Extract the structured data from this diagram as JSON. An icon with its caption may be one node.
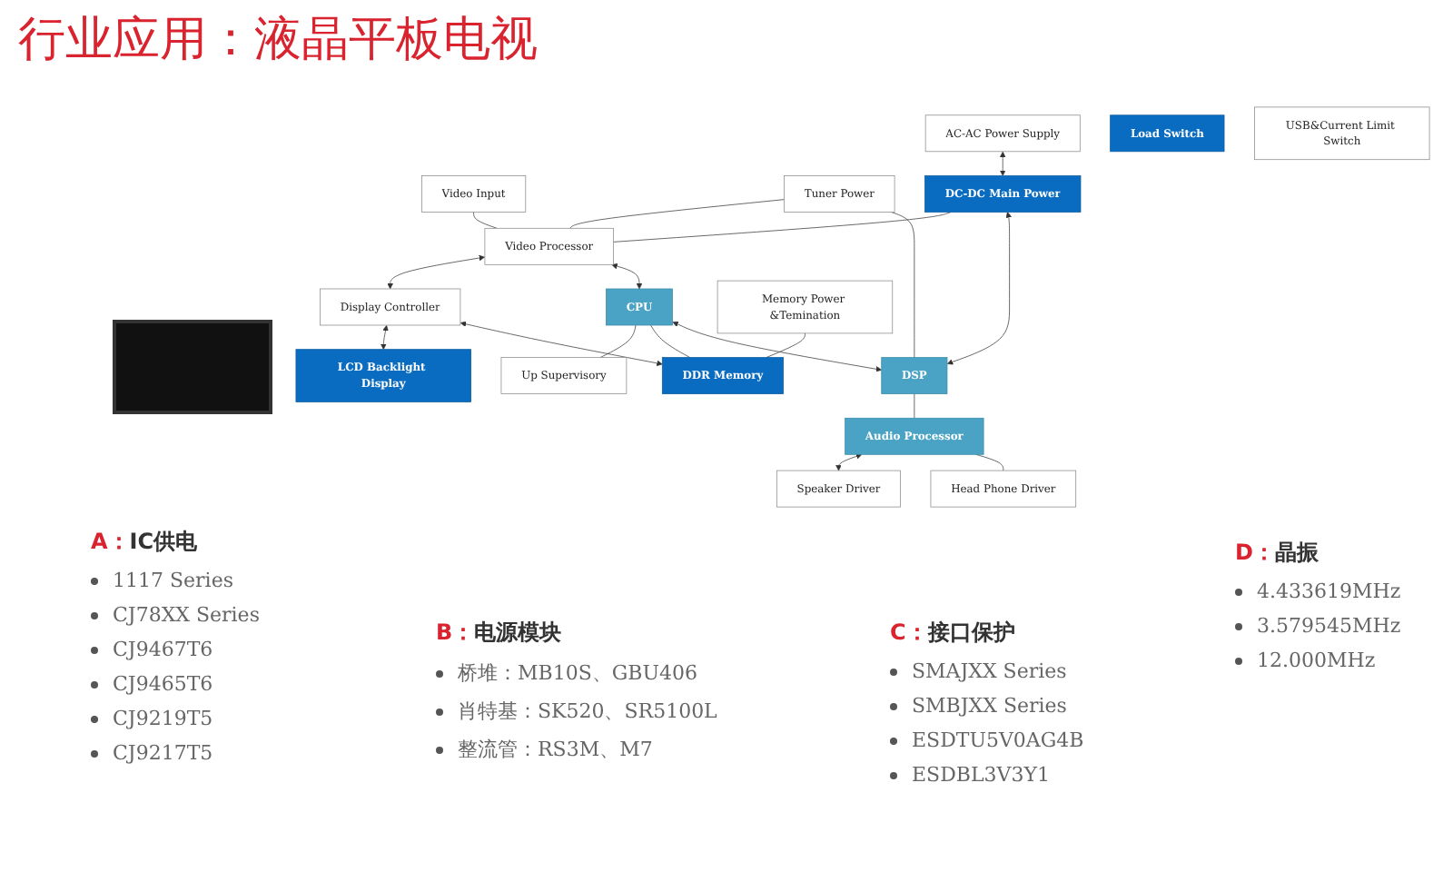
{
  "diagram": {
    "title": "行业应用：液晶平板电视",
    "nodes": [
      {
        "text": [
          "Video Input"
        ]
      },
      {
        "text": [
          "Video Processor"
        ]
      },
      {
        "text": [
          "Tuner Power"
        ]
      },
      {
        "text": [
          "Up Supervisory"
        ]
      },
      {
        "text": [
          "CPU"
        ]
      },
      {
        "text": [
          "DSP"
        ]
      },
      {
        "text": [
          "AC-AC Power Supply"
        ]
      },
      {
        "text": [
          "DC-DC Main Power"
        ]
      },
      {
        "text": [
          "Display Controller"
        ]
      },
      {
        "text": [
          "LCD Backlight Display"
        ]
      },
      {
        "text": [
          "DDR Memory"
        ]
      },
      {
        "text": [
          "Memory Power &Temination"
        ]
      },
      {
        "text": [
          "Audio Processor"
        ]
      },
      {
        "text": [
          "Speaker Driver"
        ]
      },
      {
        "text": [
          "Head Phone Driver"
        ]
      },
      {
        "text": [
          "Load Switch"
        ]
      },
      {
        "text": [
          "USB&Current Limit Switch"
        ]
      }
    ],
    "edges": [
      {
        "from": 0,
        "to": 1,
        "arrow": "none"
      },
      {
        "from": 2,
        "to": 1,
        "arrow": "none"
      },
      {
        "from": 1,
        "to": 8,
        "arrow": "both"
      },
      {
        "from": 1,
        "to": 4,
        "arrow": "both"
      },
      {
        "from": 4,
        "to": 3,
        "arrow": "none"
      },
      {
        "from": 4,
        "to": 10,
        "arrow": "none"
      },
      {
        "from": 4,
        "to": 5,
        "arrow": "both"
      },
      {
        "from": 2,
        "to": 5,
        "arrow": "none"
      },
      {
        "from": 5,
        "to": 12,
        "arrow": "none"
      },
      {
        "from": 5,
        "to": 7,
        "arrow": "both"
      },
      {
        "from": 6,
        "to": 7,
        "arrow": "both"
      },
      {
        "from": 7,
        "to": 1,
        "arrow": "none"
      },
      {
        "from": 8,
        "to": 9,
        "arrow": "both"
      },
      {
        "from": 8,
        "to": 10,
        "arrow": "both"
      },
      {
        "from": 11,
        "to": 10,
        "arrow": "none"
      },
      {
        "from": 12,
        "to": 13,
        "arrow": "both"
      },
      {
        "from": 12,
        "to": 14,
        "arrow": "none"
      }
    ],
    "labels": [
      "A：IC供电",
      "1117 Series",
      "CJ78XX Series",
      "CJ9467T6",
      "CJ9465T6",
      "CJ9219T5",
      "CJ9217T5",
      "B：电源模块",
      "桥堆：MB10S、GBU406",
      "肖特基：SK520、SR5100L",
      "整流管：RS3M、M7",
      "C：接口保护",
      "SMAJXX Series",
      "SMBJXX Series",
      "ESDTU5V0AG4B",
      "ESDBL3V3Y1",
      "D：晶振",
      "4.433619MHz",
      "3.579545MHz",
      "12.000MHz"
    ]
  }
}
